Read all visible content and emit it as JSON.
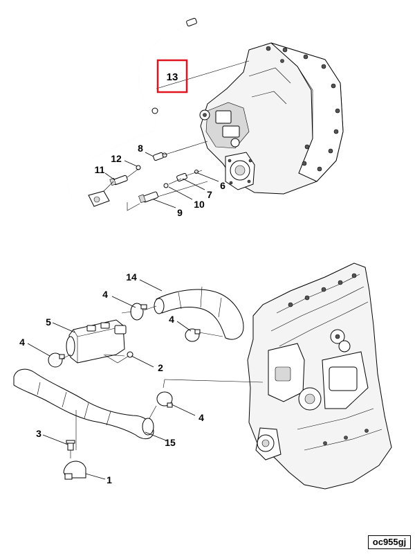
{
  "callouts": {
    "c13": "13",
    "c8": "8",
    "c12": "12",
    "c11": "11",
    "c6": "6",
    "c7": "7",
    "c10": "10",
    "c9": "9",
    "c14": "14",
    "c4a": "4",
    "c4b": "4",
    "c4c": "4",
    "c4d": "4",
    "c5": "5",
    "c2": "2",
    "c3": "3",
    "c15": "15",
    "c1": "1"
  },
  "highlight": {
    "callout": "13",
    "color": "#e0141e"
  },
  "reference_code": "oc955gj"
}
